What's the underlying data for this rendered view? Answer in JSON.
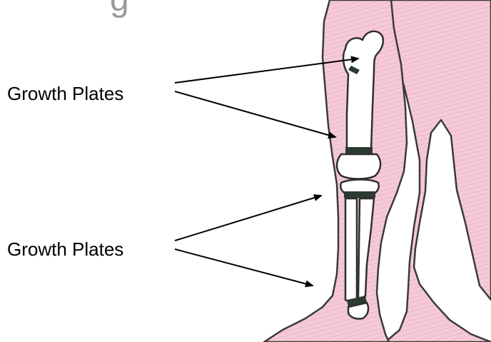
{
  "labels": {
    "upper": "Growth Plates",
    "lower": "Growth Plates"
  },
  "title_fragment": "g",
  "colors": {
    "skin": "#f3c8d6",
    "skin_hatch": "#e07a9a",
    "outline": "#3a3a3a",
    "bone": "#ffffff",
    "growth_plate": "#2c3a30",
    "arrow": "#000000",
    "label_text": "#000000",
    "fragment_text": "#9a9a9a"
  },
  "icons": {
    "arrowhead": "arrowhead-icon"
  }
}
